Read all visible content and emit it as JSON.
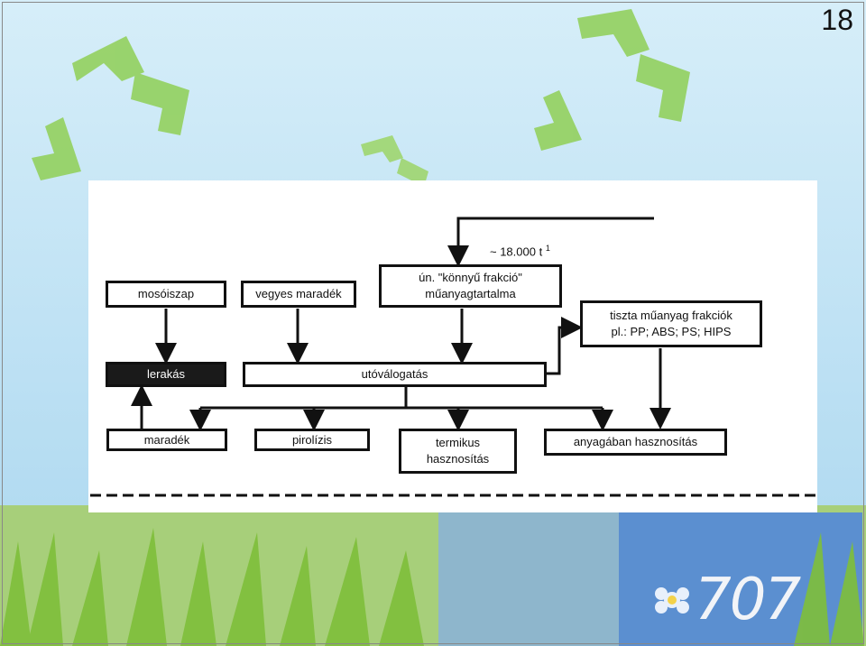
{
  "slide": {
    "number": "18"
  },
  "diagram": {
    "note": "~ 18.000 t",
    "note_sup": "1",
    "nodes": {
      "mosoiszap": "mosóiszap",
      "vegyes": "vegyes maradék",
      "konnyu_l1": "ún. \"könnyű frakció\"",
      "konnyu_l2": "műanyagtartalma",
      "tiszta_l1": "tiszta műanyag frakciók",
      "tiszta_l2": "pl.: PP; ABS; PS; HIPS",
      "lerakas": "lerakás",
      "utovalogatas": "utóválogatás",
      "maradek": "maradék",
      "pirolizis": "pirolízis",
      "termikus_l1": "termikus",
      "termikus_l2": "hasznosítás",
      "anyagaban": "anyagában hasznosítás"
    }
  },
  "background": {
    "watermark": "707",
    "sky": "#bfe0f2",
    "grass": "#8fc44a"
  }
}
